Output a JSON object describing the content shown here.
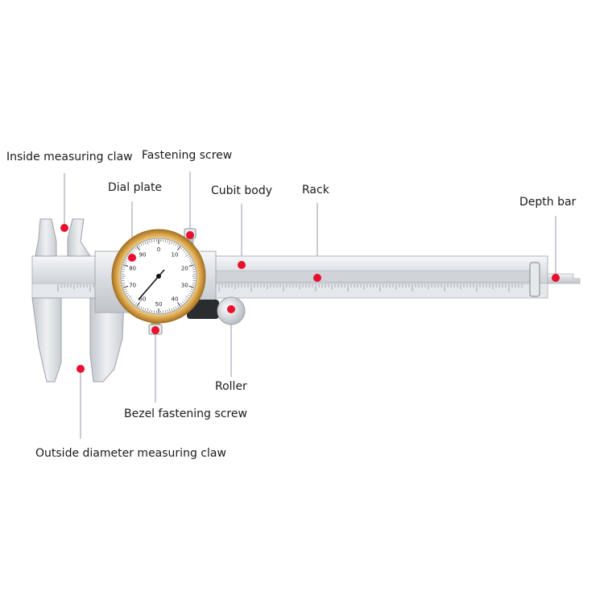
{
  "labels": {
    "inside_claw": "Inside measuring claw",
    "fastening_screw": "Fastening screw",
    "dial_plate": "Dial plate",
    "cubit_body": "Cubit body",
    "rack": "Rack",
    "depth_bar": "Depth bar",
    "roller": "Roller",
    "bezel_screw": "Bezel fastening screw",
    "outside_claw": "Outside diameter measuring claw"
  },
  "dial": {
    "numbers": [
      "0",
      "10",
      "20",
      "30",
      "40",
      "50",
      "60",
      "70",
      "80",
      "90"
    ]
  },
  "colors": {
    "marker": "#e8102c",
    "leader": "#c9ccd3",
    "steel": "#d9dde2",
    "bezel": "#d9a24a"
  }
}
